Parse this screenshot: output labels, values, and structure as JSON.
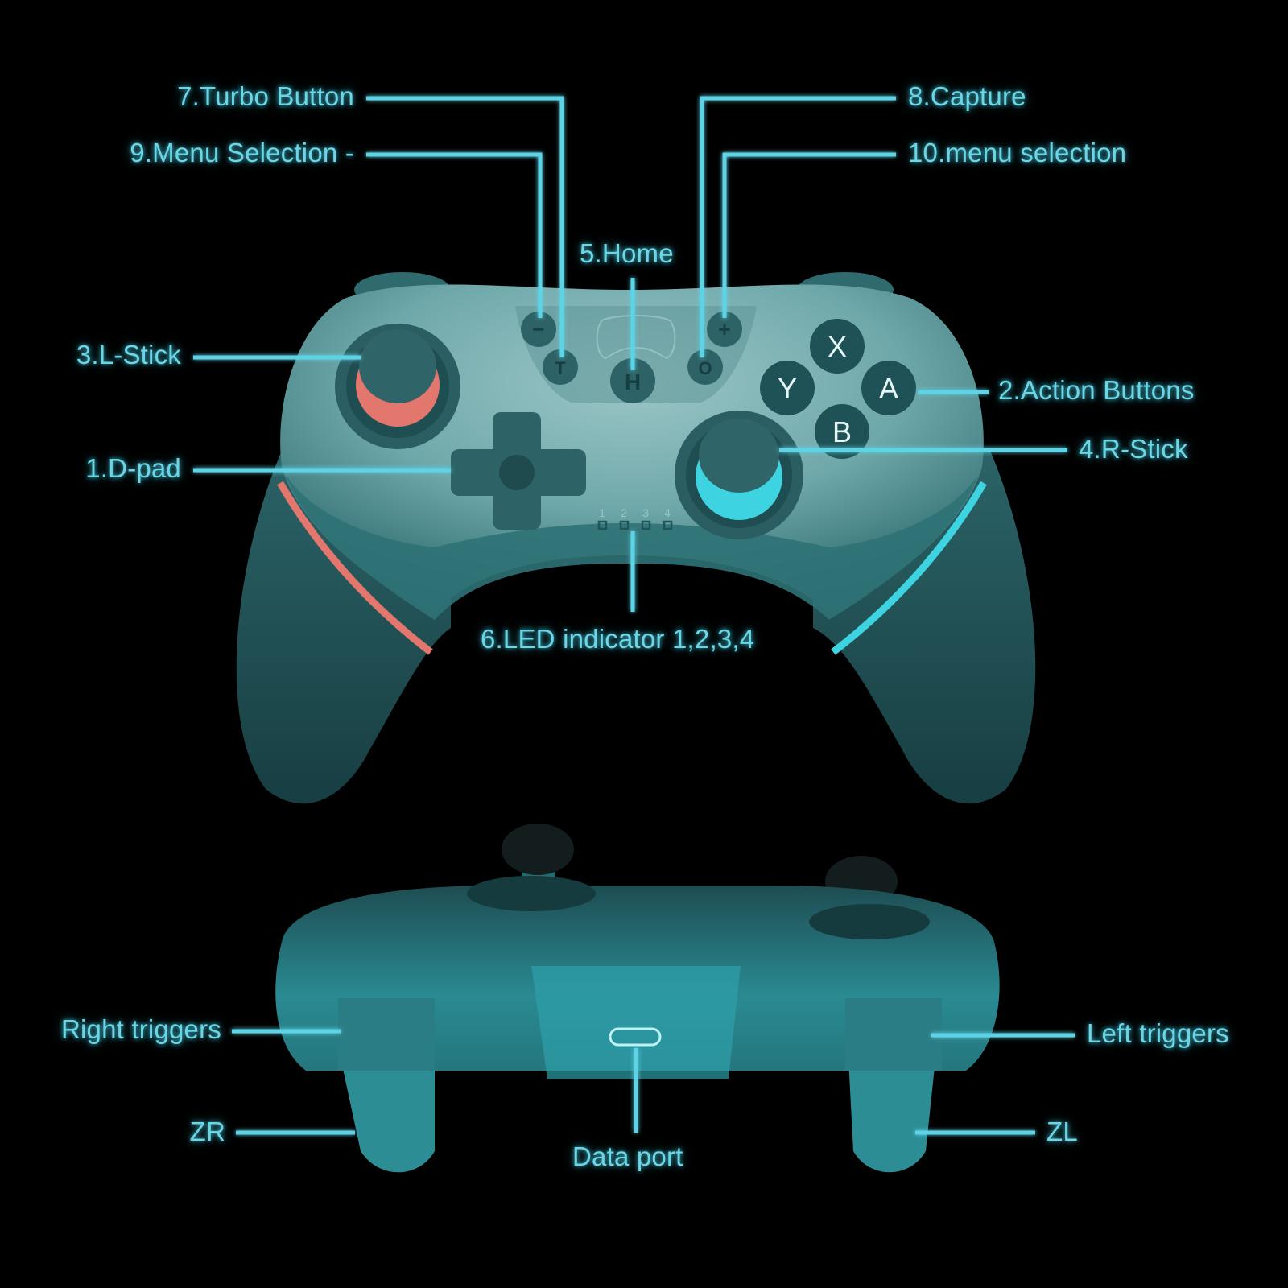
{
  "colors": {
    "background": "#000000",
    "callout": "#5fd3e6",
    "body_light": "#7fb4b5",
    "body_dark": "#1f5256",
    "left_accent": "#e3776d",
    "right_accent": "#3ed3e0"
  },
  "front_view": {
    "labels": {
      "turbo": "7.Turbo Button",
      "menu_minus": "9.Menu Selection -",
      "capture": "8.Capture",
      "menu_plus": "10.menu selection",
      "home": "5.Home",
      "l_stick": "3.L-Stick",
      "action": "2.Action Buttons",
      "d_pad": "1.D-pad",
      "r_stick": "4.R-Stick",
      "led": "6.LED indicator 1,2,3,4"
    },
    "buttons": {
      "minus": "−",
      "plus": "+",
      "turbo": "T",
      "home": "H",
      "capture": "O",
      "x": "X",
      "y": "Y",
      "a": "A",
      "b": "B"
    },
    "led_numbers": [
      "1",
      "2",
      "3",
      "4"
    ]
  },
  "top_view": {
    "labels": {
      "right_triggers": "Right triggers",
      "zr": "ZR",
      "left_triggers": "Left triggers",
      "zl": "ZL",
      "data_port": "Data port"
    }
  }
}
